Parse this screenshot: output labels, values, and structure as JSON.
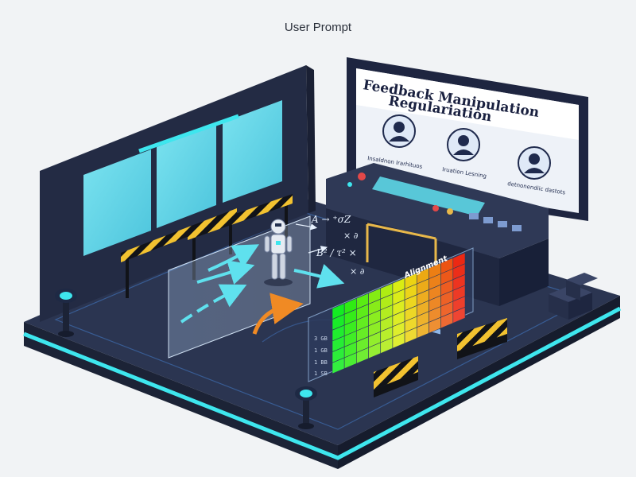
{
  "caption": "User Prompt",
  "screen": {
    "title_line1": "Feedback Manipulation",
    "title_line2": "Regulariation",
    "panels": [
      {
        "label": "Insaldnon Irarhituos",
        "icon": "user-avatar-icon"
      },
      {
        "label": "Iruation Lesning",
        "icon": "user-avatar-icon"
      },
      {
        "label": "detnonendiic dastots",
        "icon": "user-avatar-icon"
      }
    ]
  },
  "annotations": {
    "eq1": "A → ⁺σZ",
    "eq2": "B² ∕ τ² ×",
    "eq3": "× ∂",
    "eq4": "× ∂"
  },
  "heatmap": {
    "title": "Alignment",
    "row_labels": [
      "3 GB",
      "1 GB",
      "1 BB",
      "1 SB"
    ],
    "rows": 6,
    "cols": 11
  },
  "colors": {
    "accent": "#3ee6ee",
    "floor": "#2b3551",
    "wall": "#232b44",
    "hazard_yellow": "#f2c230",
    "hazard_black": "#111318",
    "arrow_cyan": "#5fe1ee",
    "arrow_orange": "#f08a24"
  }
}
